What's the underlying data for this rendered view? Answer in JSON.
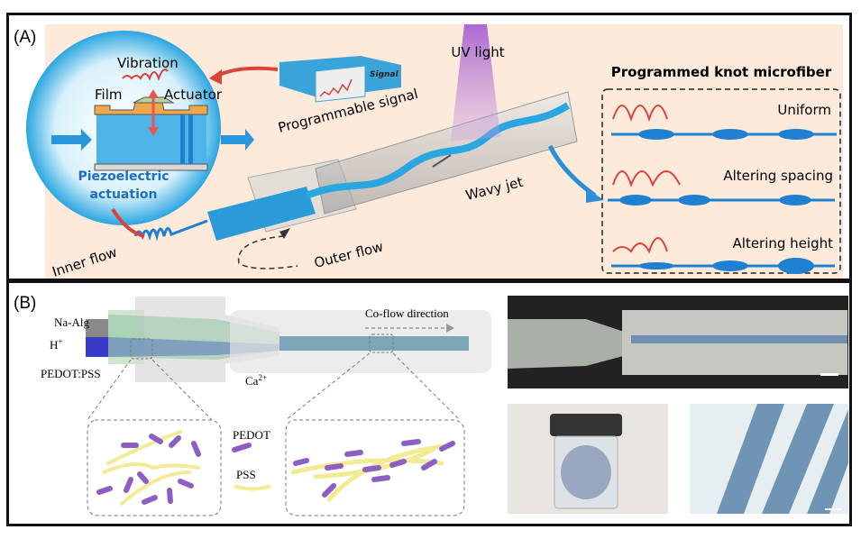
{
  "panelA": {
    "label": "(A)",
    "vibration": "Vibration",
    "film": "Film",
    "actuator": "Actuator",
    "piezo_line1": "Piezoelectric",
    "piezo_line2": "actuation",
    "signal_box_label": "Signal",
    "programmable_signal": "Programmable signal",
    "uv_light": "UV light",
    "wavy_jet": "Wavy jet",
    "inner_flow": "Inner flow",
    "outer_flow": "Outer flow",
    "knot_title": "Programmed knot microfiber",
    "knot_rows": [
      {
        "label": "Uniform"
      },
      {
        "label": "Altering spacing"
      },
      {
        "label": "Altering height"
      }
    ],
    "colors": {
      "background": "#fdeadb",
      "jet_blue": "#1f7fd1",
      "signal_red": "#d9433a",
      "uv_purple": "#b16fd0"
    }
  },
  "panelB": {
    "label": "(B)",
    "na_alg": "Na-Alg",
    "h_plus": "H",
    "h_plus_sup": "+",
    "pedot_pss": "PEDOT:PSS",
    "ca": "Ca",
    "ca_sup": "2+",
    "coflow": "Co-flow direction",
    "legend_pedot": "PEDOT",
    "legend_pss": "PSS",
    "colors": {
      "pedot": "#8b5fc4",
      "pss": "#f2eb94"
    }
  }
}
